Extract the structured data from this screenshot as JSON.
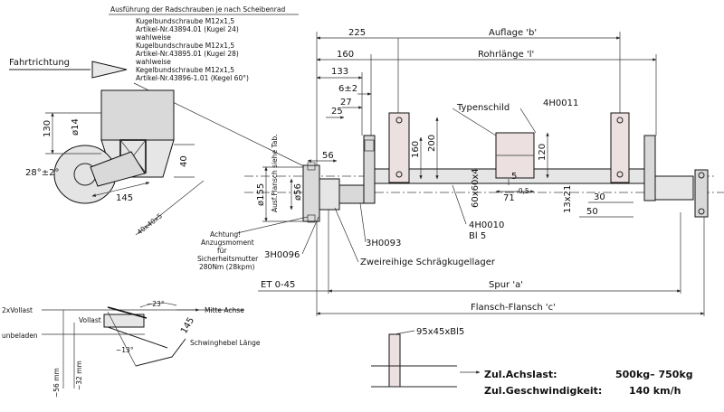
{
  "notes": {
    "header": "Ausführung der Radschrauben je nach Scheibenrad",
    "lines": [
      "Kugelbundschraube M12x1,5",
      "Artikel-Nr.43894.01 (Kugel 24)",
      "wahlweise",
      "Kugelbundschraube M12x1,5",
      "Artikel-Nr.43895.01 (Kugel 28)",
      "wahlweise",
      "Kegelbundschraube M12x1,5",
      "Artikel-Nr.43896-1.01 (Kegel 60°)"
    ]
  },
  "direction": "Fahrtrichtung",
  "dims": {
    "d225": "225",
    "auflage": "Auflage 'b'",
    "d160": "160",
    "rohrlaenge": "Rohrlänge 'l'",
    "d133": "133",
    "d6": "6±2",
    "d27": "27",
    "d25": "25",
    "typenschild": "Typenschild",
    "part_4h0011": "4H0011",
    "d160v": "160",
    "d200": "200",
    "d120": "120",
    "d130": "130",
    "d14": "ø14",
    "d28": "28°±2°",
    "d145": "145",
    "d40": "40",
    "d40x5": "40x40x5",
    "d56": "56",
    "d155": "ø155",
    "d56d": "ø56",
    "ausflansch": "Ausf.Flansch siehe Tab.",
    "d60x4": "60x60x4",
    "d5": "5",
    "d71": "71",
    "d71tol": "-0,5",
    "d13x21": "13x21",
    "d30": "30",
    "d50": "50",
    "part_4h0010": "4H0010",
    "part_bl5": "Bl 5",
    "part_3h0093": "3H0093",
    "part_3h0096": "3H0096",
    "achtung": [
      "Achtung!",
      "Anzugsmoment",
      "für",
      "Sicherheitsmutter",
      "280Nm (28kpm)"
    ],
    "lager": "Zweireihige Schrägkugellager",
    "et": "ET 0-45",
    "spur": "Spur 'a'",
    "flansch": "Flansch-Flansch 'c'"
  },
  "swing": {
    "zweivollast": "2xVollast",
    "vollast": "Vollast",
    "unbeladen": "unbeladen",
    "a23": "~23°",
    "mitte": "Mitte Achse",
    "d145": "145",
    "laenge": "Schwinghebel Länge",
    "a13": "~13°",
    "mm32": "~32 mm",
    "mm56": "~56 mm"
  },
  "bracket_label": "95x45xBl5",
  "specs": [
    {
      "label": "Zul.Achslast:",
      "value": "500kg– 750kg"
    },
    {
      "label": "Zul.Geschwindigkeit:",
      "value": "140 km/h"
    }
  ]
}
